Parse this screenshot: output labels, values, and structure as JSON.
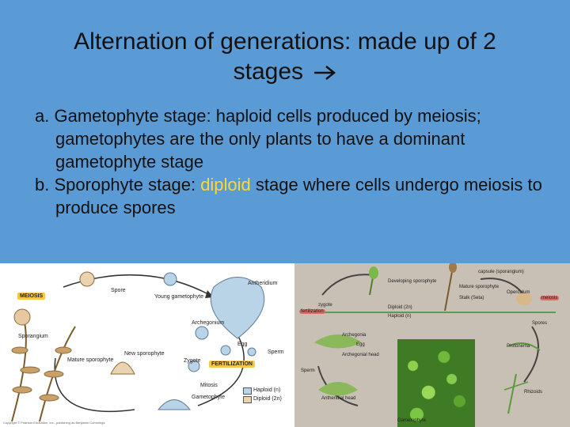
{
  "slide": {
    "title_line1": "Alternation of generations: made up of 2",
    "title_line2": "stages",
    "item_a": {
      "prefix": "a.",
      "text": "Gametophyte stage: haploid cells produced by meiosis; gametophytes are the only plants to have a dominant gametophyte stage"
    },
    "item_b": {
      "prefix": "b.",
      "before": "Sporophyte stage:",
      "highlight": "diploid",
      "after": "stage where cells undergo meiosis to produce spores"
    },
    "colors": {
      "background": "#5b9bd5",
      "highlight": "#ffd92f"
    }
  },
  "fern_figure": {
    "labels": {
      "meiosis": "MEIOSIS",
      "spore": "Spore",
      "young_gametophyte": "Young gametophyte",
      "antheridium": "Antheridium",
      "sporangium": "Sporangium",
      "archegonium": "Archegonium",
      "mature_sporophyte": "Mature sporophyte",
      "new_sporophyte": "New sporophyte",
      "egg": "Egg",
      "sperm": "Sperm",
      "zygote": "Zygote",
      "fertilization": "FERTILIZATION",
      "mitosis": "Mitosis",
      "gametophyte": "Gametophyte",
      "haploid": "Haploid (n)",
      "diploid": "Diploid (2n)"
    },
    "copyright": "Copyright © Pearson Education, Inc., publishing as Benjamin Cummings."
  },
  "moss_figure": {
    "labels": {
      "capsule": "capsule (sporangium)",
      "developing_sporophyte": "Developing sporophyte",
      "mature_sporophyte": "Mature sporophyte",
      "operculum": "Operculum",
      "stalk": "Stalk (Seta)",
      "meiosis": "meiosis",
      "zygote": "zygote",
      "diploid": "Diploid (2n)",
      "fertilization": "fertilization",
      "haploid": "Haploid (n)",
      "spores": "Spores",
      "archegonia": "Archegonia",
      "egg": "Egg",
      "archegonial_head": "Archegonial head",
      "protonema": "Protonema",
      "sperm": "Sperm",
      "antheridial_head": "Antheridial head",
      "rhizoids": "Rhizoids",
      "gametophyte": "Gametophyte"
    }
  }
}
